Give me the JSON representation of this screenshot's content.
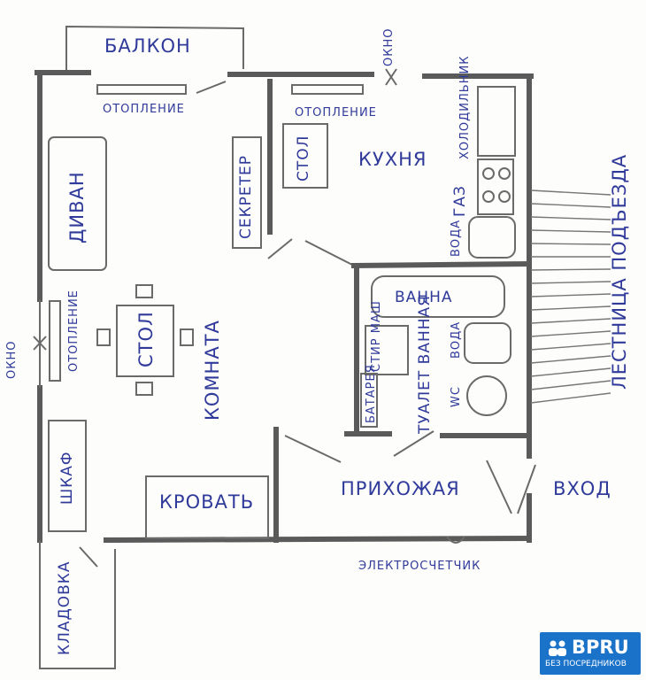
{
  "labels": {
    "balcony": "БАЛКОН",
    "window_top": "ОКНО",
    "window_left": "ОКНО",
    "heating_room": "ОТОПЛЕНИЕ",
    "heating_kitchen": "ОТОПЛЕНИЕ",
    "heating_left": "ОТОПЛЕНИЕ",
    "kitchen": "КУХНЯ",
    "table_kitchen": "СТОЛ",
    "secretary": "СЕКРЕТЕР",
    "sofa": "ДИВАН",
    "room": "КОМНАТА",
    "table_room": "СТОЛ",
    "wardrobe": "ШКАФ",
    "bed": "КРОВАТЬ",
    "storeroom": "КЛАДОВКА",
    "hallway": "ПРИХОЖАЯ",
    "entrance": "ВХОД",
    "meter": "ЭЛЕКТРОСЧЕТЧИК",
    "bath": "ВАННА",
    "washer": "СТИР МАШ",
    "battery": "БАТАРЕЯ",
    "toilet_bath": "ТУАЛЕТ ВАННАЯ",
    "wc": "WC",
    "water_bath": "ВОДА",
    "water_kitchen": "ВОДА",
    "gas": "ГАЗ",
    "fridge": "ХОЛОДИЛЬНИК",
    "staircase": "ЛЕСТНИЦА ПОДЪЕЗДА"
  },
  "logo": {
    "brand": "BPRU",
    "tagline": "БЕЗ ПОСРЕДНИКОВ"
  },
  "colors": {
    "ink": "#2f3a9a",
    "pencil": "#5a5a5a",
    "logo_bg": "#1a72c9"
  }
}
